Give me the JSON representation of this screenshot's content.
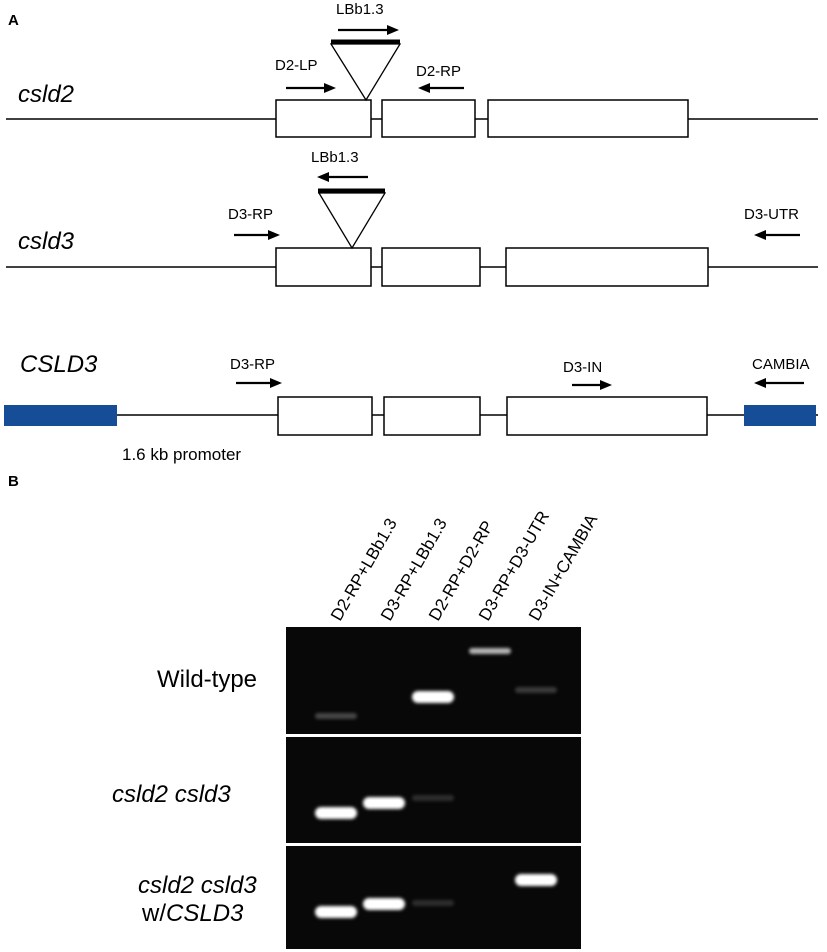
{
  "panel_a": {
    "label": "A",
    "csld2": {
      "name": "csld2",
      "insert_primer": "LBb1.3",
      "left_primer": "D2-LP",
      "right_primer": "D2-RP"
    },
    "csld3": {
      "name": "csld3",
      "insert_primer": "LBb1.3",
      "left_primer": "D3-RP",
      "right_primer": "D3-UTR"
    },
    "CSLD3": {
      "name": "CSLD3",
      "left_primer": "D3-RP",
      "mid_primer": "D3-IN",
      "right_primer": "CAMBIA",
      "promoter_label": "1.6 kb promoter"
    },
    "colors": {
      "vector_block": "#154d96"
    }
  },
  "panel_b": {
    "label": "B",
    "lanes": [
      "D2-RP+LBb1.3",
      "D3-RP+LBb1.3",
      "D2-RP+D2-RP",
      "D3-RP+D3-UTR",
      "D3-IN+CAMBIA"
    ],
    "rows": [
      {
        "label": "Wild-type",
        "italic": false
      },
      {
        "label": "csld2 csld3",
        "italic": true
      },
      {
        "label_line1": "csld2 csld3",
        "label_line2_prefix": "w/",
        "label_line2_italic": "CSLD3"
      }
    ],
    "bands": [
      [
        {
          "lane": 0,
          "strength": 0.25
        },
        {
          "lane": 2,
          "strength": 1.0
        },
        {
          "lane": 3,
          "strength": 0.7
        },
        {
          "lane": 4,
          "strength": 0.2
        }
      ],
      [
        {
          "lane": 0,
          "strength": 1.0
        },
        {
          "lane": 1,
          "strength": 1.0
        },
        {
          "lane": 2,
          "strength": 0.15
        }
      ],
      [
        {
          "lane": 0,
          "strength": 1.0
        },
        {
          "lane": 1,
          "strength": 1.0
        },
        {
          "lane": 2,
          "strength": 0.15
        },
        {
          "lane": 4,
          "strength": 1.0
        }
      ]
    ]
  }
}
